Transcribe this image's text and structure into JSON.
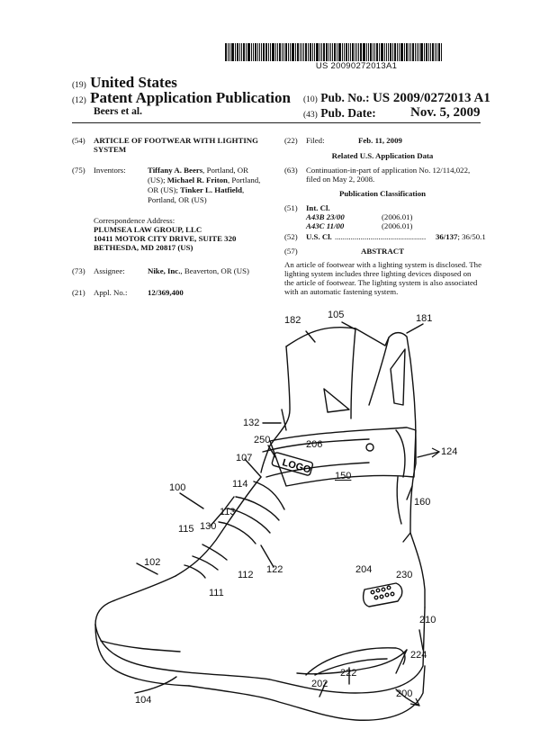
{
  "barcode_number": "US 20090272013A1",
  "header": {
    "country_code": "(19)",
    "country": "United States",
    "type_code": "(12)",
    "type": "Patent Application Publication",
    "inventor_short": "Beers et al.",
    "pub_no_code": "(10)",
    "pub_no_label": "Pub. No.:",
    "pub_no": "US 2009/0272013 A1",
    "pub_date_code": "(43)",
    "pub_date_label": "Pub. Date:",
    "pub_date": "Nov. 5, 2009"
  },
  "left_column": {
    "title_code": "(54)",
    "title_line1": "ARTICLE OF FOOTWEAR WITH LIGHTING",
    "title_line2": "SYSTEM",
    "inventors_code": "(75)",
    "inventors_label": "Inventors:",
    "inventor_lines": [
      {
        "bold": "Tiffany A. Beers",
        "rest": ", Portland, OR"
      },
      {
        "bold": "",
        "rest": "(US); "
      },
      {
        "bold": "",
        "rest": "OR (US); "
      },
      {
        "bold": "",
        "rest": "Portland, OR (US)"
      }
    ],
    "inventor_line2_bold": "Michael R. Friton",
    "inventor_line2_rest": ", Portland,",
    "inventor_line3_bold": "Tinker L. Hatfield",
    "inventor_line3_rest": ",",
    "correspondence_label": "Correspondence Address:",
    "correspondence_lines": [
      "PLUMSEA LAW GROUP, LLC",
      "10411 MOTOR CITY DRIVE, SUITE 320",
      "BETHESDA, MD 20817 (US)"
    ],
    "assignee_code": "(73)",
    "assignee_label": "Assignee:",
    "assignee_bold": "Nike, Inc.",
    "assignee_rest": ", Beaverton, OR (US)",
    "appl_code": "(21)",
    "appl_label": "Appl. No.:",
    "appl_no": "12/369,400"
  },
  "right_column": {
    "filed_code": "(22)",
    "filed_label": "Filed:",
    "filed_date": "Feb. 11, 2009",
    "related_heading": "Related U.S. Application Data",
    "continuation_code": "(63)",
    "continuation_line1": "Continuation-in-part of application No. 12/114,022,",
    "continuation_line2": "filed on May 2, 2008.",
    "classification_heading": "Publication Classification",
    "intcl_code": "(51)",
    "intcl_label": "Int. Cl.",
    "intcl_rows": [
      {
        "code": "A43B 23/00",
        "year": "(2006.01)"
      },
      {
        "code": "A43C 11/00",
        "year": "(2006.01)"
      }
    ],
    "uscl_code": "(52)",
    "uscl_label": "U.S. Cl.",
    "uscl_dots": "..............................................",
    "uscl_value_bold": "36/137",
    "uscl_value_rest": "; 36/50.1",
    "abstract_code": "(57)",
    "abstract_heading": "ABSTRACT",
    "abstract_lines": [
      "An article of footwear with a lighting system is disclosed. The",
      "lighting system includes three lighting devices disposed on",
      "the article of footwear. The lighting system is also associated",
      "with an automatic fastening system."
    ]
  },
  "drawing": {
    "logo_text": "LOGO",
    "refs": {
      "r105": "105",
      "r182": "182",
      "r181": "181",
      "r132": "132",
      "r250": "250",
      "r206": "206",
      "r124": "124",
      "r107": "107",
      "r150": "150",
      "r114": "114",
      "r100": "100",
      "r160": "160",
      "r113": "113",
      "r115": "115",
      "r130": "130",
      "r102": "102",
      "r122": "122",
      "r112": "112",
      "r111": "111",
      "r204": "204",
      "r230": "230",
      "r210": "210",
      "r224": "224",
      "r222": "222",
      "r202": "202",
      "r104": "104",
      "r200": "200"
    }
  }
}
